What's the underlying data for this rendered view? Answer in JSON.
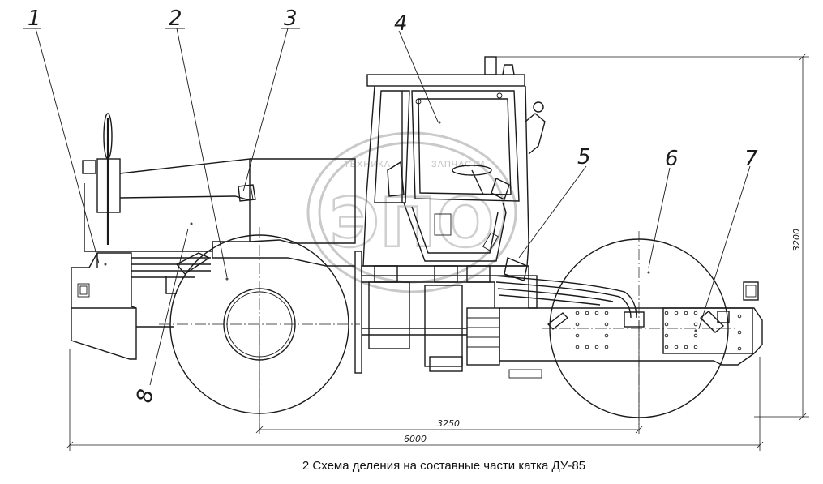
{
  "caption": "2 Схема деления на составные части катка ДУ-85",
  "callouts": [
    "1",
    "2",
    "3",
    "4",
    "5",
    "6",
    "7",
    "8"
  ],
  "dimensions": {
    "height": "3200",
    "wheelbase": "3250",
    "length": "6000"
  },
  "watermark": {
    "text_left": "ТЕХНИКА",
    "text_right": "ЗАПЧАСТИ",
    "logo": "ЭПО"
  }
}
